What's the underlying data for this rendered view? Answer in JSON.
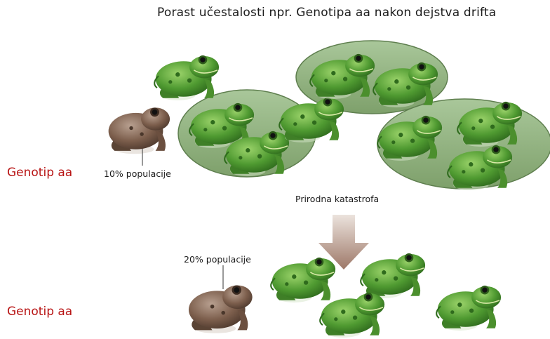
{
  "title": "Porast učestalosti npr. Genotipa aa nakon dejstva drifta",
  "labels": {
    "genotype_top": "Genotip aa",
    "genotype_bottom": "Genotip aa",
    "pct_top": "10% populacije",
    "pct_bottom": "20% populacije",
    "catastrophe": "Prirodna katastrofa"
  },
  "colors": {
    "genotype_text": "#b81414",
    "frog_green": "#5fa83a",
    "frog_brown": "#8a6d5b",
    "lily_pad": "#8fb27d",
    "arrow": "#b29080"
  }
}
